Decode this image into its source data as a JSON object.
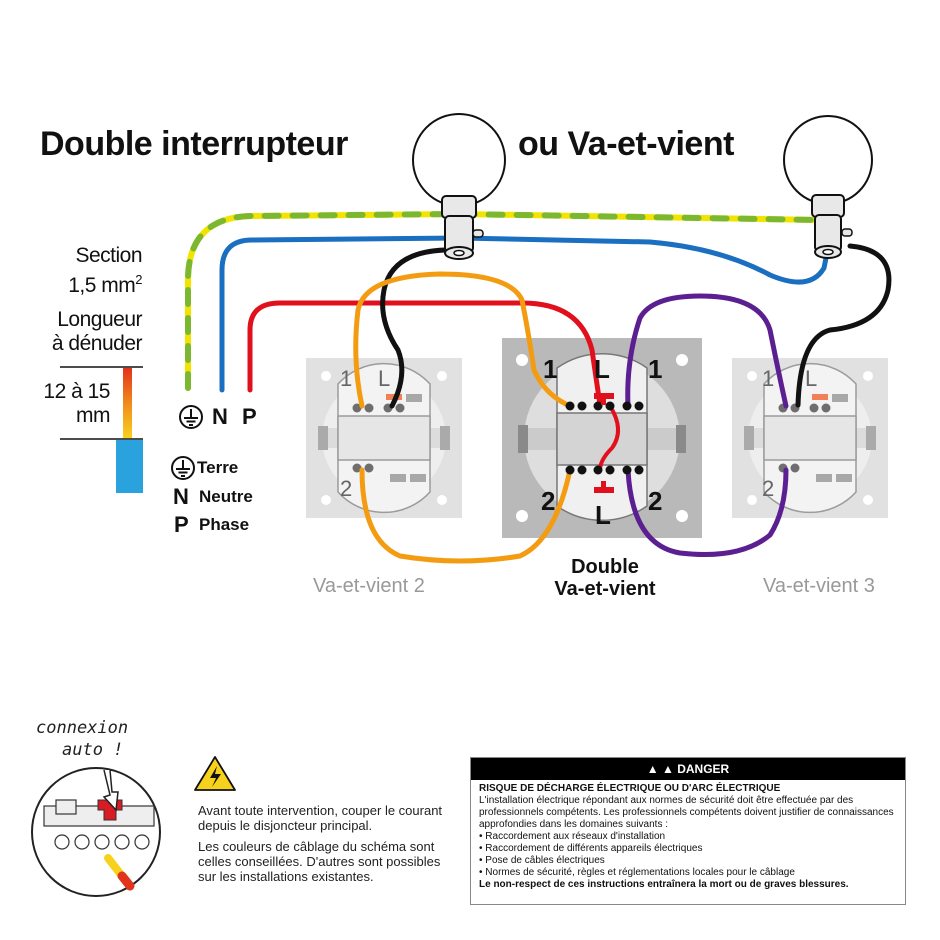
{
  "title": {
    "part1": "Double interrupteur",
    "part2": "ou Va-et-vient"
  },
  "wire_spec": {
    "section_line1": "Section",
    "section_line2": "1,5 mm",
    "section_sup": "2",
    "strip_line1": "Longueur",
    "strip_line2": "à dénuder",
    "strip_value_line1": "12 à 15",
    "strip_value_line2": "mm"
  },
  "supply_terminals": {
    "earth_symbol": "earth-icon",
    "neutral": "N",
    "phase": "P"
  },
  "legend": [
    {
      "symbol": "earth-icon",
      "label": "Terre"
    },
    {
      "symbol": "N",
      "label": "Neutre"
    },
    {
      "symbol": "P",
      "label": "Phase"
    }
  ],
  "switches": [
    {
      "name": "Va-et-vient 2",
      "terminals": [
        "1",
        "L",
        "2"
      ]
    },
    {
      "name_line1": "Double",
      "name_line2": "Va-et-vient",
      "terminals": [
        "1",
        "L",
        "1",
        "2",
        "L",
        "2"
      ]
    },
    {
      "name": "Va-et-vient 3",
      "terminals": [
        "1",
        "L",
        "2"
      ]
    }
  ],
  "wire_colors": {
    "earth_green": "#7cb82f",
    "earth_yellow": "#f2e400",
    "neutral": "#1a6fc0",
    "phase": "#e0101c",
    "return_black": "#111111",
    "traveller_orange": "#f39c12",
    "traveller_purple": "#5b1f91"
  },
  "auto_connect": {
    "line1": "connexion",
    "line2": "auto !"
  },
  "warning": {
    "icon": "high-voltage-icon",
    "text1_line1": "Avant toute intervention, couper le courant",
    "text1_line2": "depuis le disjoncteur principal.",
    "text2_line1": "Les couleurs de câblage du schéma sont",
    "text2_line2": "celles conseillées. D'autres sont possibles",
    "text2_line3": "sur les installations existantes."
  },
  "danger": {
    "header": "DANGER",
    "heading": "RISQUE DE DÉCHARGE ÉLECTRIQUE OU D'ARC ÉLECTRIQUE",
    "intro": "L'installation électrique répondant aux normes de sécurité doit être effectuée par des professionnels compétents. Les professionnels compétents doivent justifier de connaissances approfondies dans les domaines suivants :",
    "bullets": [
      "• Raccordement aux réseaux d'installation",
      "• Raccordement de différents appareils électriques",
      "• Pose de câbles électriques",
      "• Normes de sécurité, règles et réglementations locales pour le câblage"
    ],
    "footer": "Le non-respect de ces instructions entraînera la mort ou de graves blessures."
  }
}
